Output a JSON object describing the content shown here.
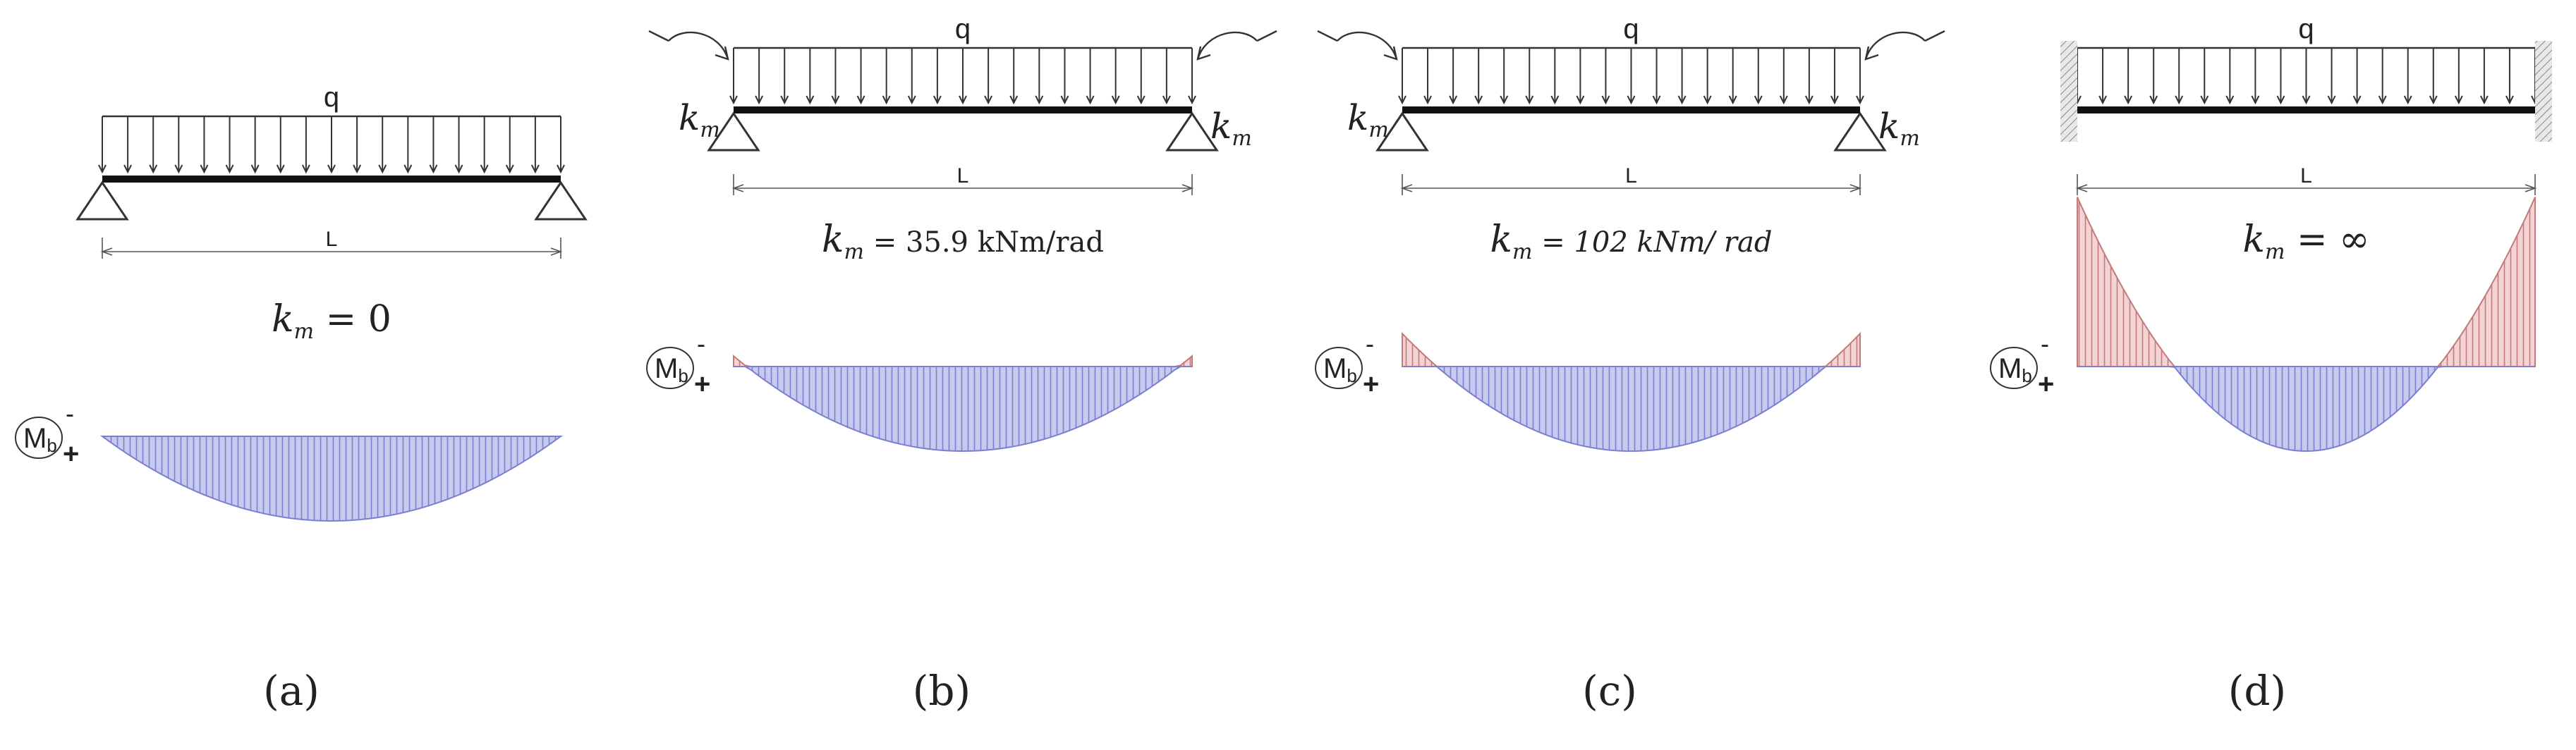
{
  "colors": {
    "beam": "#111111",
    "line": "#333333",
    "dim": "#555555",
    "positive_fill": "#c7c9ef",
    "positive_hatch": "#7a7fd0",
    "negative_fill": "#f3d3d3",
    "negative_hatch": "#c47a7a",
    "wall_hatch": "#8a8a8a"
  },
  "diagram_symbols": {
    "load": "q",
    "span": "L",
    "stiffness": "k",
    "stiffness_sub": "m",
    "moment_symbol": "M",
    "moment_sub": "b",
    "minus": "-",
    "plus": "+"
  },
  "panels": [
    {
      "id": "a",
      "label": "(a)",
      "caption_prefix": "k",
      "caption_sub": "m",
      "caption_value": " = 0",
      "support": "pinned",
      "springs": false,
      "end_moment_ratio": 0
    },
    {
      "id": "b",
      "label": "(b)",
      "caption_prefix": "k",
      "caption_sub": "m",
      "caption_value": " = 35.9 kNm/rad",
      "support": "pinned",
      "springs": true,
      "end_moment_ratio": 0.11
    },
    {
      "id": "c",
      "label": "(c)",
      "caption_prefix": "k",
      "caption_sub": "m",
      "caption_value": " = 102 kNm/ rad",
      "support": "pinned",
      "springs": true,
      "end_moment_ratio": 0.28
    },
    {
      "id": "d",
      "label": "(d)",
      "caption_prefix": "k",
      "caption_sub": "m",
      "caption_value": " = ∞",
      "support": "fixed",
      "springs": false,
      "end_moment_ratio": 0.667
    }
  ]
}
